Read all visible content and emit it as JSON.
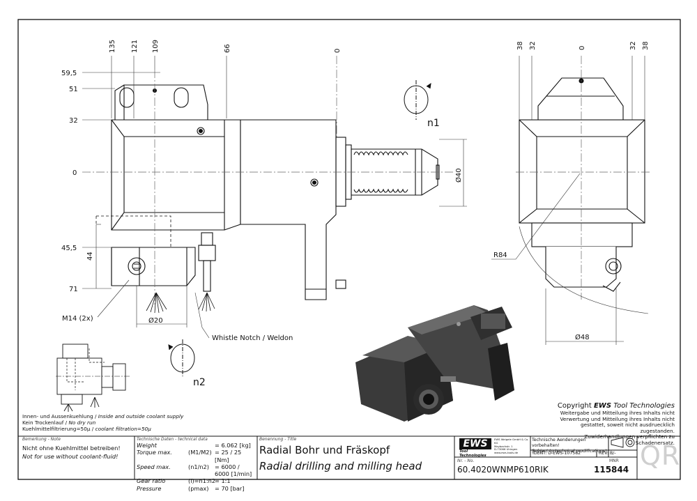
{
  "dimensions_top": [
    "135",
    "121",
    "109",
    "66",
    "0"
  ],
  "dimensions_left": [
    "59,5",
    "51",
    "32",
    "0",
    "45,5",
    "71"
  ],
  "dimensions_misc": {
    "height_44": "44",
    "dia_40": "Ø40",
    "dia_20": "Ø20",
    "m14": "M14 (2x)",
    "whistle": "Whistle Notch / Weldon"
  },
  "dimensions_right_top": [
    "38",
    "32",
    "0",
    "32",
    "38"
  ],
  "dimensions_right_misc": {
    "r84": "R84",
    "dia_48": "Ø48"
  },
  "rotation_labels": {
    "n1": "n1",
    "n2": "n2"
  },
  "coolant": {
    "line1_de": "Innen- und Aussenkuehlung /",
    "line1_en": "Inside and outside coolant supply",
    "line2_de": "Kein Trockenlauf /",
    "line2_en": "No dry run",
    "line3_de": "Kuehlmittelfiltrierung=50µ /",
    "line3_en": "coolant filtration=50µ"
  },
  "copyright": {
    "prefix": "Copyright",
    "brand": "EWS",
    "brand_suffix": "Tool Technologies",
    "lines": [
      "Weitergabe und Mitteilung ihres Inhalts nicht",
      "Verwertung und Mitteilung ihres Inhalts nicht",
      "gestattet, soweit nicht ausdruecklich zugestanden.",
      "Zuwiderhandlungen verpflichten zu Schadenersatz."
    ]
  },
  "title_block": {
    "note_header": "Bemerkung - Note",
    "note_de": "Nicht ohne Kuehlmittel betreiben!",
    "note_en": "Not for use without coolant-fluid!",
    "tech_header": "Technische Daten - technical data",
    "tech_rows": [
      {
        "label": "Weight",
        "mid": "",
        "value": "= 6.062 [kg]"
      },
      {
        "label": "Torque max.",
        "mid": "(M1/M2)",
        "value": "= 25 / 25 [Nm]"
      },
      {
        "label": "Speed max.",
        "mid": "(n1/n2)",
        "value": "= 6000 / 6000 [1/min]"
      },
      {
        "label": "Gear ratio",
        "mid": "(i)=n1:n2",
        "value": "= 1:1"
      },
      {
        "label": "Pressure",
        "mid": "(pmax)",
        "value": "= 70 [bar]"
      }
    ],
    "title_header": "Benennung - Title",
    "title_de": "Radial Bohr und Fräskopf",
    "title_en": "Radial drilling and milling head",
    "logo": "EWS",
    "logo_sub": "Tool Technologies",
    "company_lines": [
      "EWS Weigele GmbH & Co. KG",
      "Maybachstr. 1",
      "D-73066 Uhingen",
      "www.ews-tools.de"
    ],
    "changes_de": "Technische Aenderungen vorbehalten!",
    "changes_en": "Subject to technical modifications!",
    "ident": "IDENT: D-EWS-107582",
    "rev": "REV: B/-",
    "nr_header": "Nr. - No.",
    "part_number": "60.4020WNMP610RIK",
    "mnr_header": "MNR",
    "mnr": "115844",
    "qr": "QR"
  }
}
